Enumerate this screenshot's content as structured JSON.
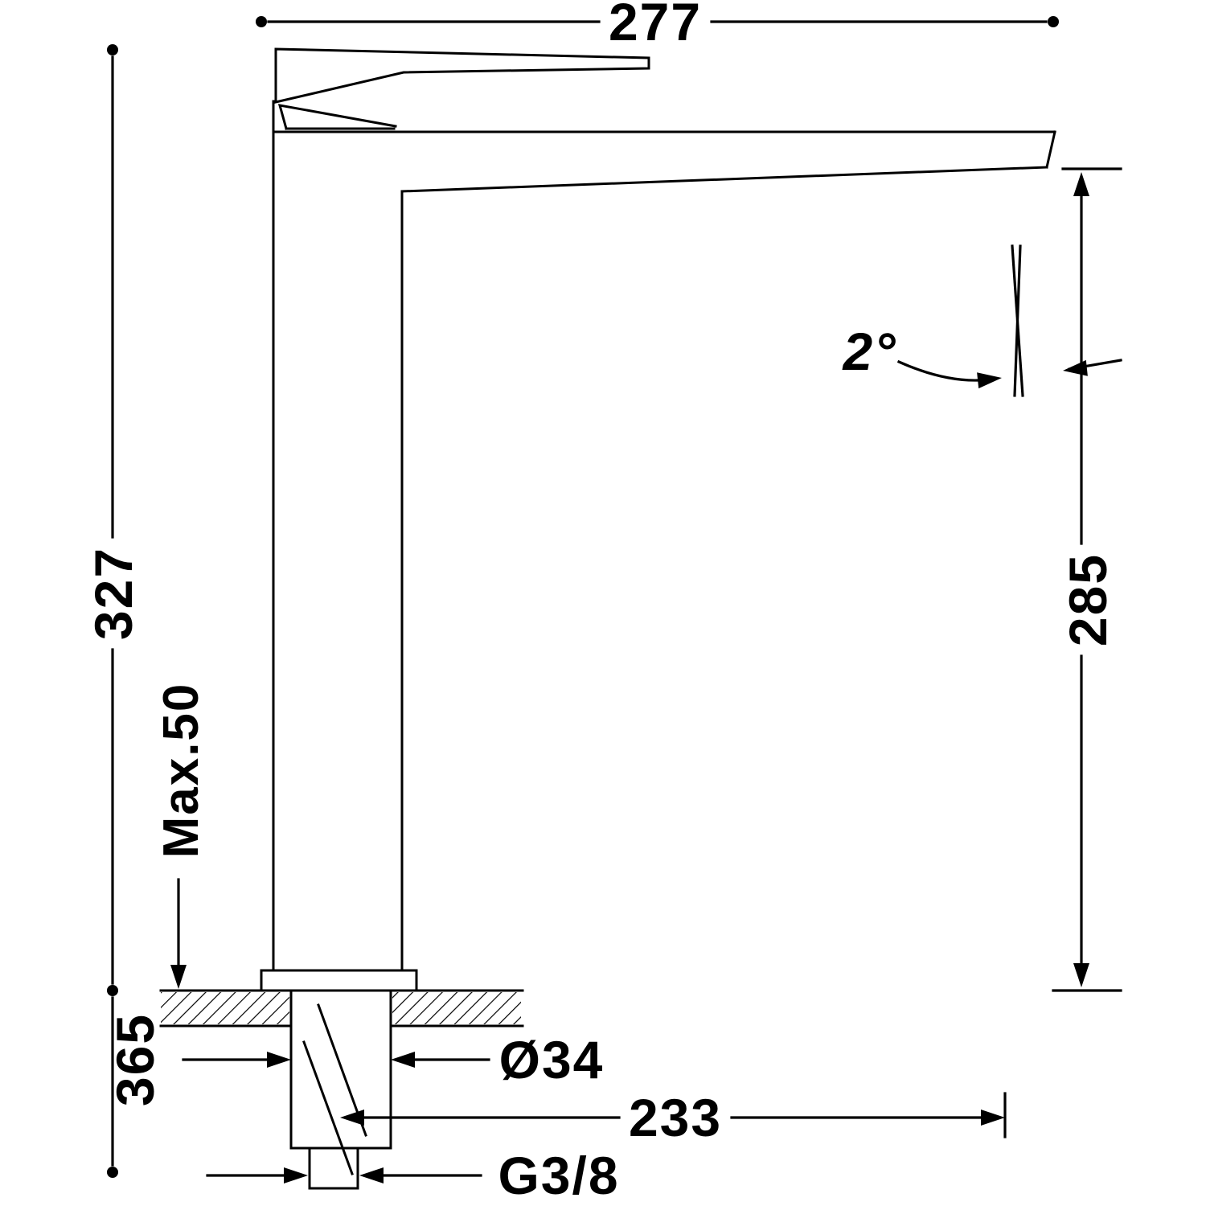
{
  "drawing": {
    "labels": {
      "total_width": "277",
      "total_height": "327",
      "max_thickness": "Max.50",
      "under_length": "365",
      "spout_height": "285",
      "angle": "2°",
      "hole_diameter": "Ø34",
      "spout_reach": "233",
      "thread": "G3/8"
    },
    "colors": {
      "line": "#000000",
      "background": "#ffffff"
    }
  }
}
